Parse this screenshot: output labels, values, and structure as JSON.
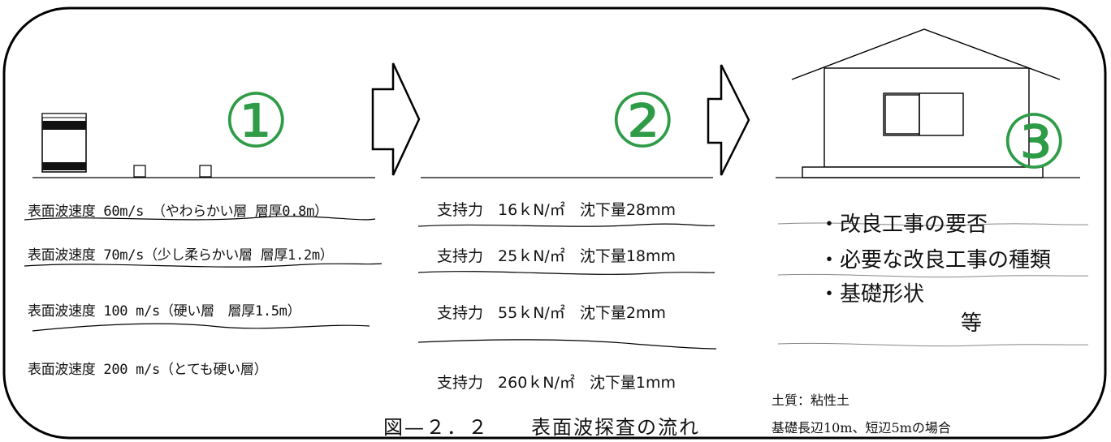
{
  "steps": {
    "step1_number": "①",
    "step2_number": "②",
    "step3_number": "③"
  },
  "layers": [
    "表面波速度 60m/s （やわらかい層 層厚0.8m）",
    "表面波速度 70m/s（少し柔らかい層 層厚1.2m）",
    "表面波速度 100 m/s（硬い層　層厚1.5m）",
    "表面波速度 200 m/s（とても硬い層）"
  ],
  "bearing": [
    {
      "label": "支持力",
      "capacity": "16ｋN/㎡",
      "settlement": "沈下量28mm"
    },
    {
      "label": "支持力",
      "capacity": "25ｋN/㎡",
      "settlement": "沈下量18mm"
    },
    {
      "label": "支持力",
      "capacity": "55ｋN/㎡",
      "settlement": "沈下量2mm"
    },
    {
      "label": "支持力",
      "capacity": "260ｋN/㎡",
      "settlement": "沈下量1mm"
    }
  ],
  "results": [
    "・改良工事の要否",
    "・必要な改良工事の種類",
    "・基礎形状",
    "等"
  ],
  "note": {
    "soil": "土質：粘性土",
    "foundation": "基礎長辺10m、短辺5mの場合"
  },
  "caption": "図—２．２　　表面波探査の流れ"
}
